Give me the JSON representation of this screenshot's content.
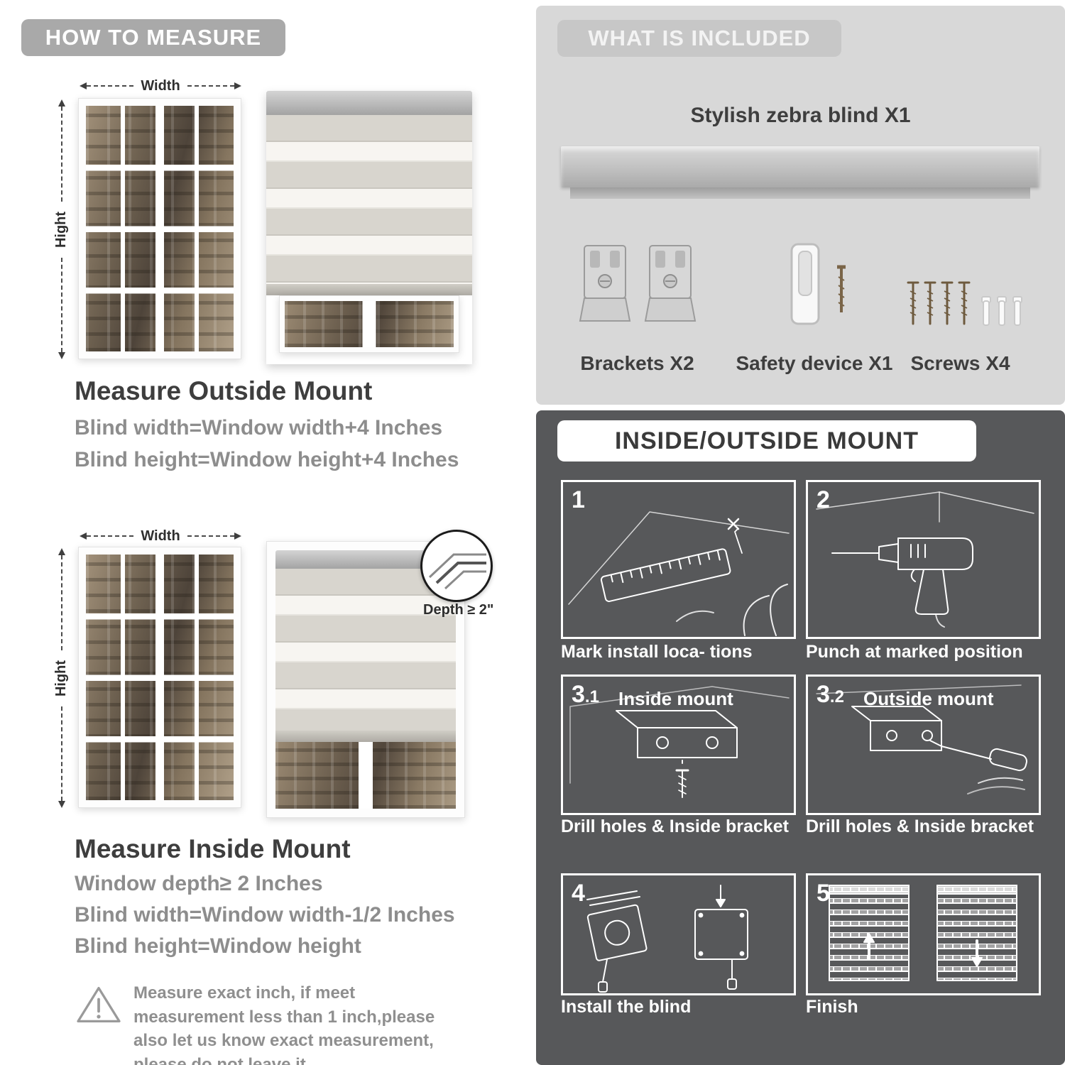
{
  "colors": {
    "pill_gray": "#a9a9a9",
    "panel_light": "#d8d8d8",
    "panel_dark": "#57585a",
    "heading": "#3e3e3e",
    "body_gray": "#8d8d8d"
  },
  "how_to_measure": {
    "header": "HOW TO MEASURE",
    "width_label": "Width",
    "height_label": "Hight",
    "outside_mount": {
      "title": "Measure Outside Mount",
      "line1": "Blind width=Window width+4 Inches",
      "line2": "Blind height=Window height+4 Inches"
    },
    "inside_mount": {
      "title": "Measure Inside Mount",
      "depth_callout": "Depth ≥ 2\"",
      "line1": "Window depth≥ 2 Inches",
      "line2": "Blind width=Window width-1/2 Inches",
      "line3": "Blind height=Window height"
    },
    "warning_note": "Measure exact inch, if meet measurement less than 1 inch,please also let us know exact measurement, please do not leave it"
  },
  "what_is_included": {
    "header": "WHAT IS INCLUDED",
    "blind_label": "Stylish zebra blind X1",
    "items": [
      {
        "label": "Brackets X2"
      },
      {
        "label": "Safety device X1"
      },
      {
        "label": "Screws X4"
      }
    ]
  },
  "mount_guide": {
    "header": "INSIDE/OUTSIDE MOUNT",
    "steps": [
      {
        "num": "1",
        "sub": "",
        "label": "",
        "caption": "Mark install loca- tions"
      },
      {
        "num": "2",
        "sub": "",
        "label": "",
        "caption": "Punch at  marked position"
      },
      {
        "num": "3",
        "sub": ".1",
        "label": "Inside mount",
        "caption": "Drill holes &  Inside bracket"
      },
      {
        "num": "3",
        "sub": ".2",
        "label": "Outside mount",
        "caption": "Drill holes &  Inside bracket"
      },
      {
        "num": "4",
        "sub": "",
        "label": "",
        "caption": "Install the blind"
      },
      {
        "num": "5",
        "sub": "",
        "label": "",
        "caption": "Finish"
      }
    ]
  }
}
